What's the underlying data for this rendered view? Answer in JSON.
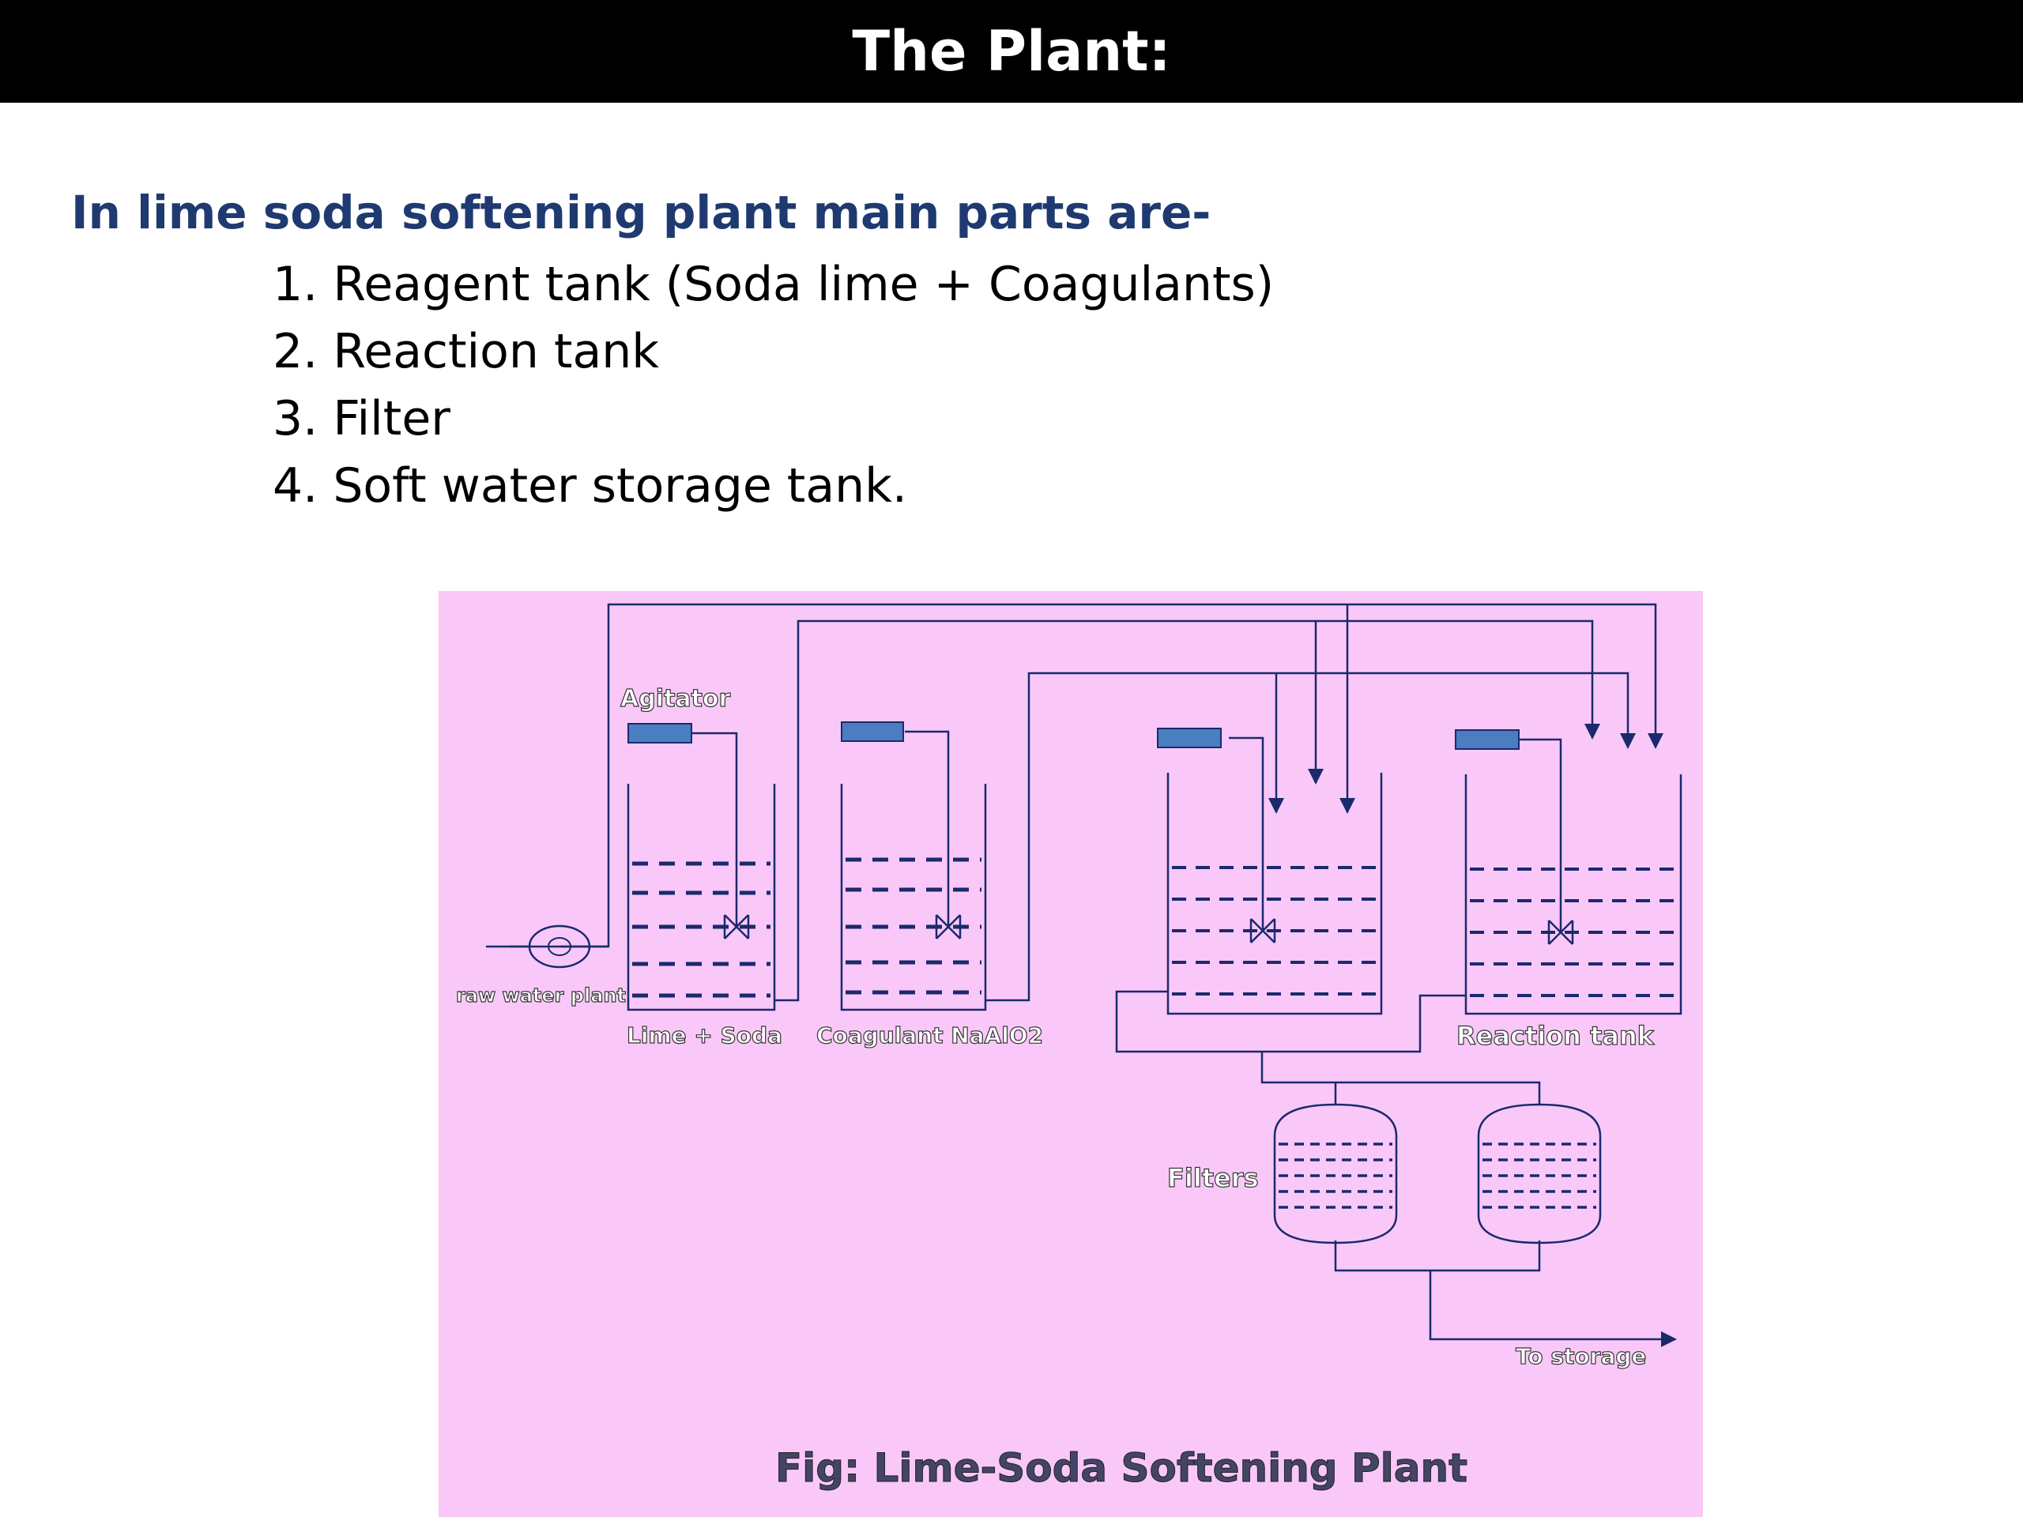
{
  "slide": {
    "title": "The Plant:",
    "intro": "In lime soda softening plant main parts are-",
    "parts": [
      "1. Reagent tank (Soda lime + Coagulants)",
      "2. Reaction tank",
      "3. Filter",
      "4. Soft water storage tank."
    ]
  },
  "diagram": {
    "labels": {
      "agitator": "Agitator",
      "raw_water": "raw water plant",
      "lime_soda": "Lime + Soda",
      "coagulant": "Coagulant NaAlO2",
      "reaction_tank": "Reaction tank",
      "filters": "Filters",
      "to_storage": "To storage"
    },
    "caption": "Fig: Lime-Soda Softening Plant"
  },
  "colors": {
    "title_bar": "#000000",
    "intro_text": "#1f3a70",
    "diagram_bg": "#f9c8f9",
    "pipe_line": "#1a2a6c",
    "agitator_motor": "#4a7ec0"
  }
}
